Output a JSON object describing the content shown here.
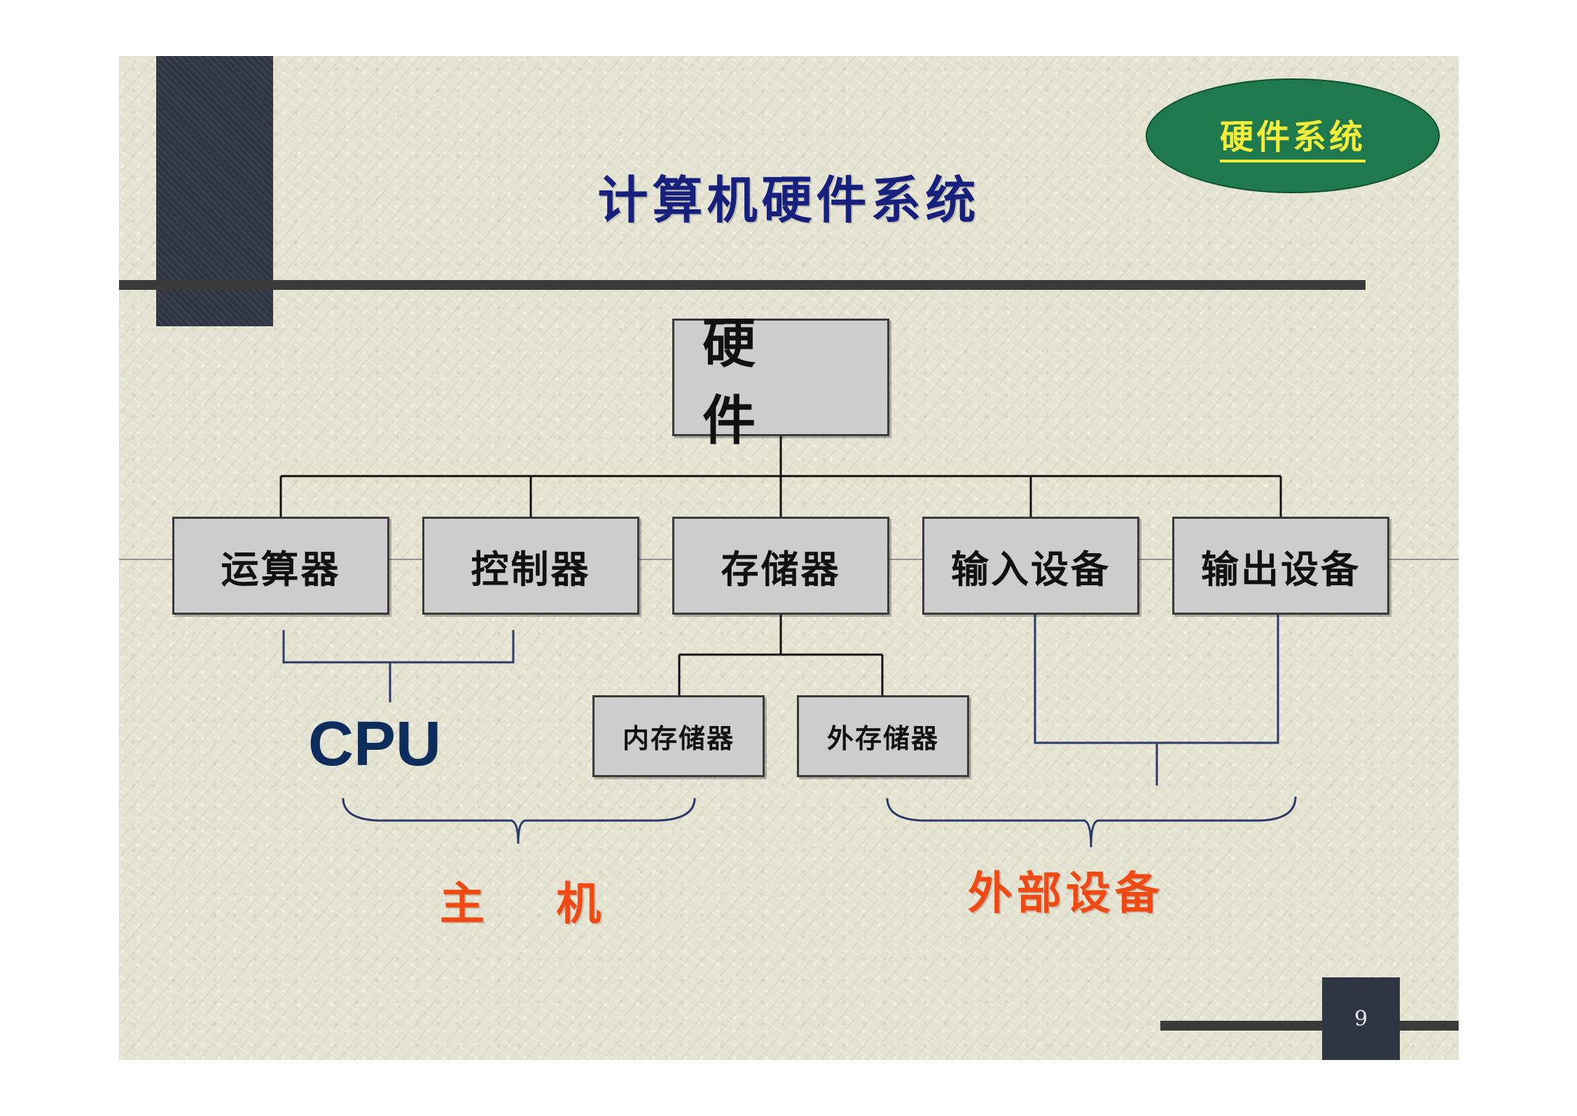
{
  "title": "计算机硬件系统",
  "badge": "硬件系统",
  "root": "硬 件",
  "level1": [
    "运算器",
    "控制器",
    "存储器",
    "输入设备",
    "输出设备"
  ],
  "memory_children": [
    "内存储器",
    "外存储器"
  ],
  "cpu_label": "CPU",
  "host_label": "主 机",
  "peripheral_label": "外部设备",
  "page_number": "9",
  "colors": {
    "title": "#17207d",
    "badge_fill": "#1e7a4e",
    "badge_text": "#f2ec3a",
    "box_fill": "#cdcdcd",
    "red_label": "#ef4a13",
    "cpu_label": "#0d2d5c"
  }
}
